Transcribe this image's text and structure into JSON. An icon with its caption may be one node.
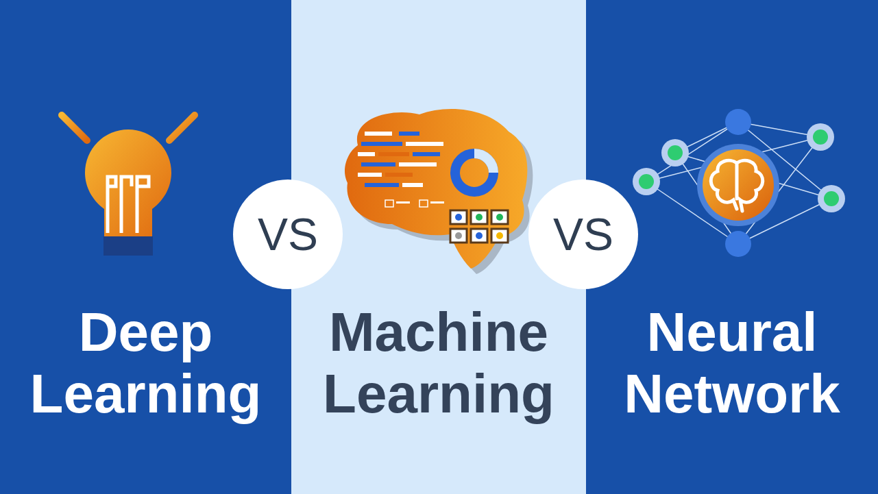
{
  "diagram": {
    "nodes": [
      {
        "text": [
          "Deep Learning"
        ]
      },
      {
        "text": [
          "Machine Learning"
        ]
      },
      {
        "text": [
          "Neural Network"
        ]
      },
      {
        "text": [
          "VS"
        ]
      },
      {
        "text": [
          "VS"
        ]
      }
    ]
  }
}
